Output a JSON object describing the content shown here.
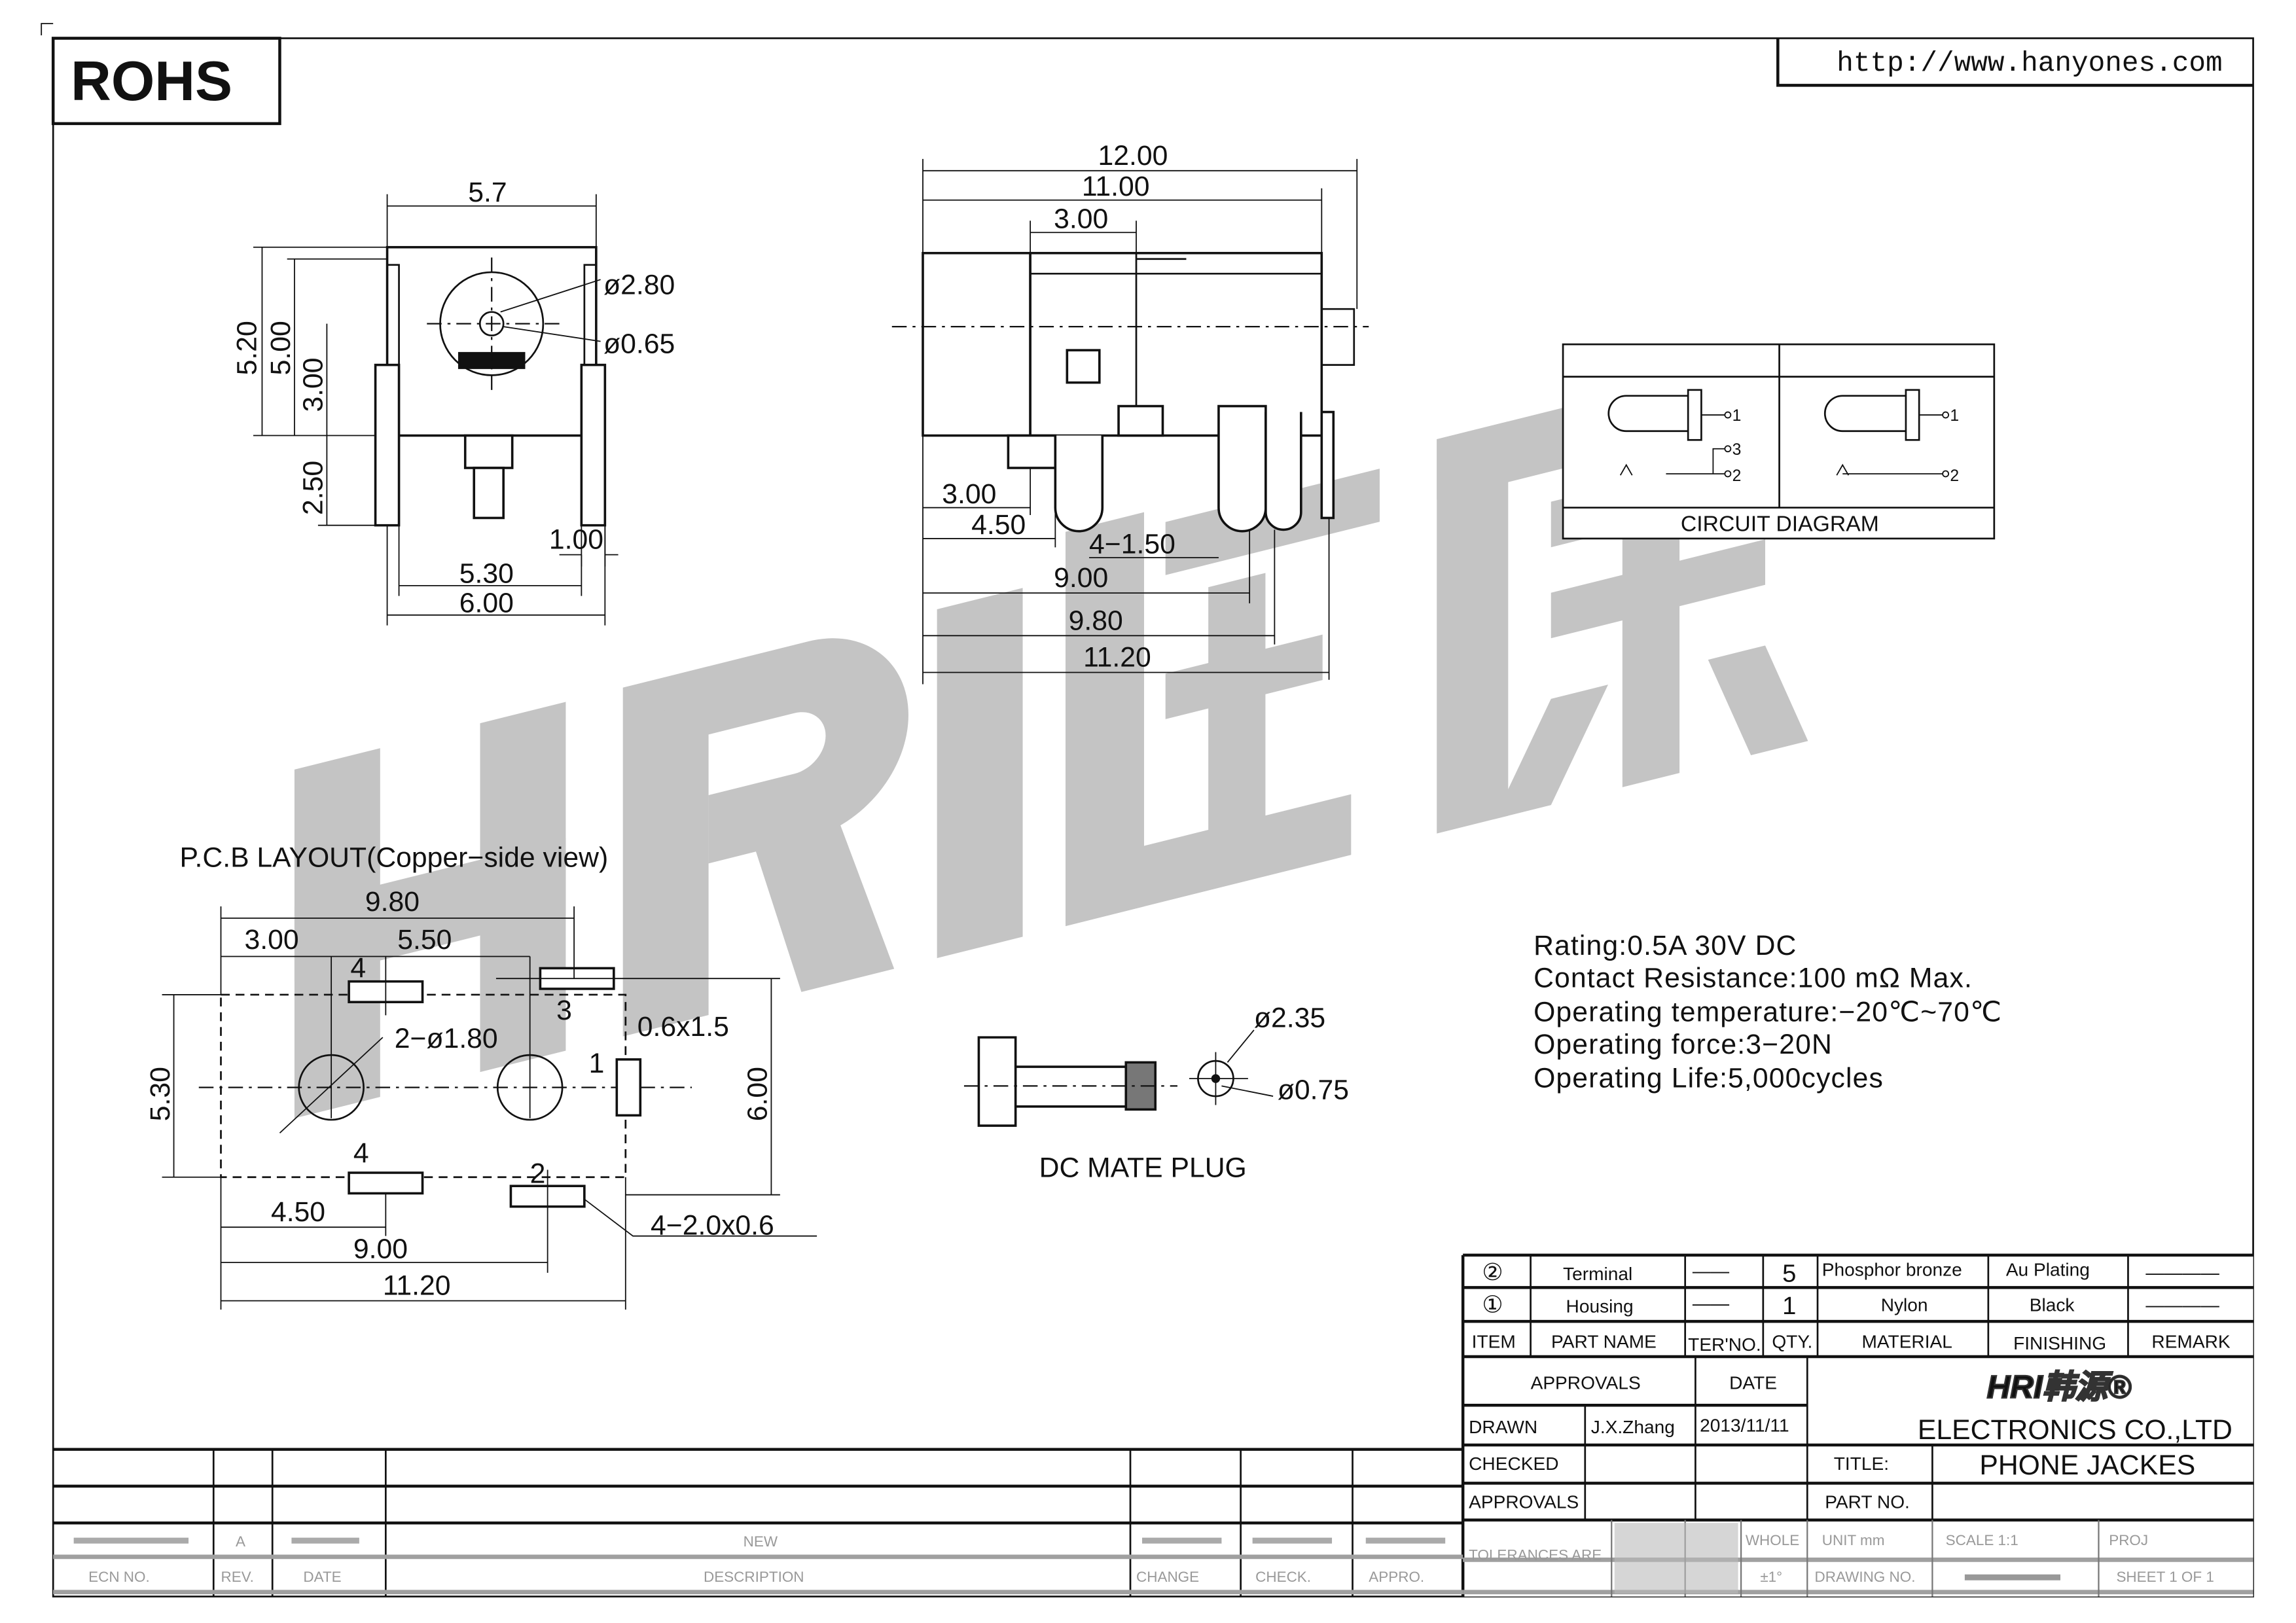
{
  "header": {
    "rohs": "ROHS",
    "url": "http://www.hanyones.com"
  },
  "watermark": {
    "logo_text": "HRI韩源"
  },
  "front_view": {
    "width_top": "5.7",
    "dia_outer": "ø2.80",
    "dia_inner": "ø0.65",
    "h1": "5.20",
    "h2": "5.00",
    "h3": "3.00",
    "h4": "2.50",
    "pin_w": "1.00",
    "pitch": "5.30",
    "overall": "6.00"
  },
  "side_view": {
    "d12": "12.00",
    "d11": "11.00",
    "d3top": "3.00",
    "d3": "3.00",
    "d45": "4.50",
    "pins": "4−1.50",
    "d9": "9.00",
    "d98": "9.80",
    "d112": "11.20"
  },
  "circuit": {
    "title": "CIRCUIT  DIAGRAM",
    "pins_left": [
      "1",
      "3",
      "2"
    ],
    "pins_right": [
      "1",
      "2"
    ]
  },
  "pcb": {
    "title": "P.C.B  LAYOUT(Copper−side  view)",
    "d98": "9.80",
    "d3": "3.00",
    "d55": "5.50",
    "d53": "5.30",
    "d6": "6.00",
    "holes": "2−ø1.80",
    "slot": "0.6x1.5",
    "pads": "4−2.0x0.6",
    "d45": "4.50",
    "d9": "9.00",
    "d112": "11.20",
    "pad_labels": [
      "4",
      "3",
      "1",
      "4",
      "2"
    ]
  },
  "plug": {
    "label": "DC  MATE  PLUG",
    "dia1": "ø2.35",
    "dia2": "ø0.75"
  },
  "specs": [
    "Rating:0.5A  30V  DC",
    "Contact  Resistance:100  mΩ  Max.",
    "Operating  temperature:−20℃~70℃",
    "Operating  force:3−20N",
    "Operating  Life:5,000cycles"
  ],
  "bom": {
    "rows": [
      {
        "item": "②",
        "name": "Terminal",
        "ter": "——",
        "qty": "5",
        "material": "Phosphor  bronze",
        "finish": "Au  Plating",
        "remark": "————"
      },
      {
        "item": "①",
        "name": "Housing",
        "ter": "——",
        "qty": "1",
        "material": "Nylon",
        "finish": "Black",
        "remark": "————"
      }
    ],
    "headers": [
      "ITEM",
      "PART  NAME",
      "TER'NO.",
      "QTY.",
      "MATERIAL",
      "FINISHING",
      "REMARK"
    ]
  },
  "approvals": {
    "approvals_header": "APPROVALS",
    "date_header": "DATE",
    "drawn_label": "DRAWN",
    "drawn_by": "J.X.Zhang",
    "drawn_date": "2013/11/11",
    "checked_label": "CHECKED",
    "approvals_label": "APPROVALS",
    "company_logo": "HRI韩源®",
    "company": "ELECTRONICS  CO.,LTD",
    "title_label": "TITLE:",
    "title": "PHONE  JACKES",
    "part_no_label": "PART  NO."
  },
  "footer": {
    "rev_row_top": [
      "A",
      "NEW"
    ],
    "rev_headers": [
      "ECN  NO.",
      "REV.",
      "DATE",
      "DESCRIPTION",
      "CHANGE",
      "CHECK.",
      "APPRO."
    ],
    "tolerances": "TOLERANCES  ARE",
    "whole": "WHOLE",
    "unit": "UNIT  mm",
    "scale": "SCALE  1:1",
    "proj": "PROJ",
    "drawing_no": "DRAWING  NO.",
    "sheet": "SHEET  1  OF  1",
    "angle": "±1°"
  }
}
